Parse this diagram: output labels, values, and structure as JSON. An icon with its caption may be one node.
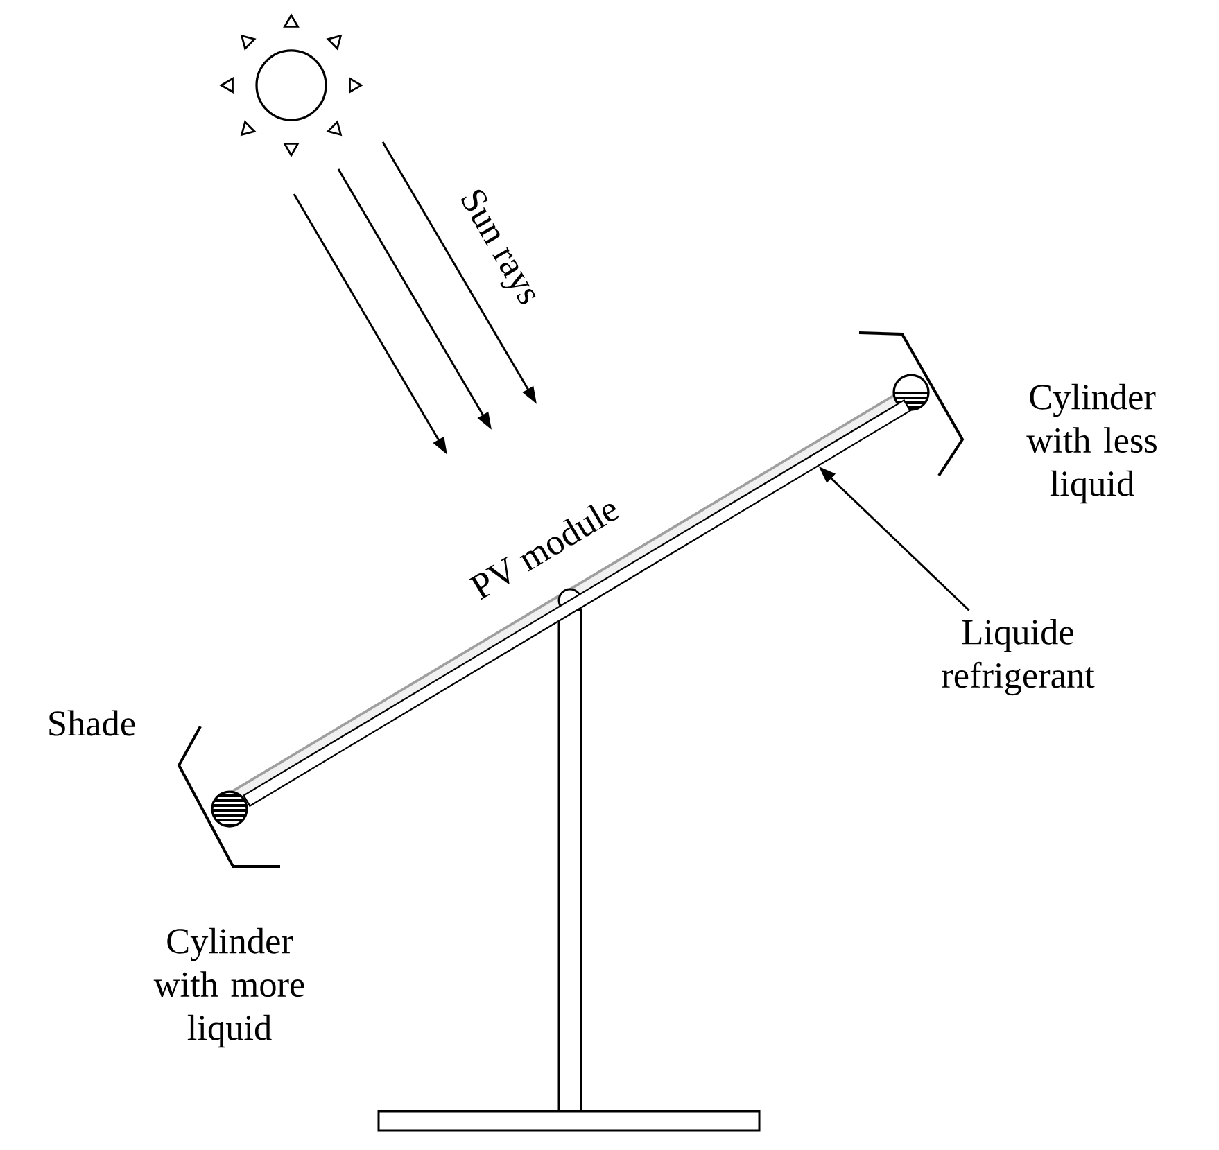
{
  "diagram": {
    "nodes": [
      {
        "text": [
          "Liquide refrigerant"
        ]
      },
      {
        "text": [],
        "shape": "bar"
      }
    ],
    "edges": [
      {
        "from": 0,
        "to": 1,
        "arrow": "to"
      }
    ],
    "labels": [
      "Sun rays",
      "Cylinder with less liquid",
      "PV module",
      "Shade",
      "Cylinder with more liquid"
    ]
  }
}
